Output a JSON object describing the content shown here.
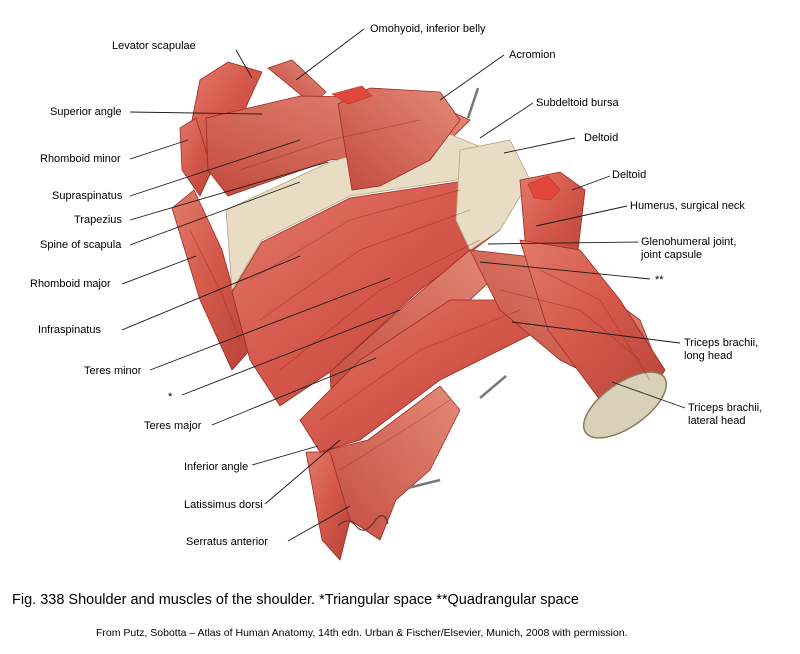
{
  "labels": {
    "levator_scapulae": "Levator scapulae",
    "omohyoid": "Omohyoid, inferior belly",
    "acromion": "Acromion",
    "superior_angle": "Superior angle",
    "subdeltoid_bursa": "Subdeltoid bursa",
    "deltoid_1": "Deltoid",
    "rhomboid_minor": "Rhomboid minor",
    "deltoid_2": "Deltoid",
    "supraspinatus": "Supraspinatus",
    "humerus_surgical_neck": "Humerus, surgical neck",
    "trapezius": "Trapezius",
    "spine_of_scapula": "Spine of scapula",
    "glenohumeral_1": "Glenohumeral joint,",
    "glenohumeral_2": "joint capsule",
    "rhomboid_major": "Rhomboid major",
    "double_star": "**",
    "infraspinatus": "Infraspinatus",
    "triceps_long_1": "Triceps brachii,",
    "triceps_long_2": "long head",
    "teres_minor": "Teres minor",
    "single_star": "*",
    "triceps_lat_1": "Triceps brachii,",
    "triceps_lat_2": "lateral head",
    "teres_major": "Teres major",
    "inferior_angle": "Inferior angle",
    "latissimus_dorsi": "Latissimus dorsi",
    "serratus_anterior": "Serratus anterior"
  },
  "caption": "Fig. 338 Shoulder and muscles of the shoulder. *Triangular space **Quadrangular space",
  "source": "From Putz, Sobotta – Atlas of Human Anatomy, 14th edn. Urban & Fischer/Elsevier, Munich, 2008 with permission.",
  "colors": {
    "muscle": "#d4574a",
    "muscle_dark": "#a83a30",
    "tendon": "#e9dcc4",
    "bone": "#f0e4cf",
    "cut_surface": "#e3463a"
  }
}
